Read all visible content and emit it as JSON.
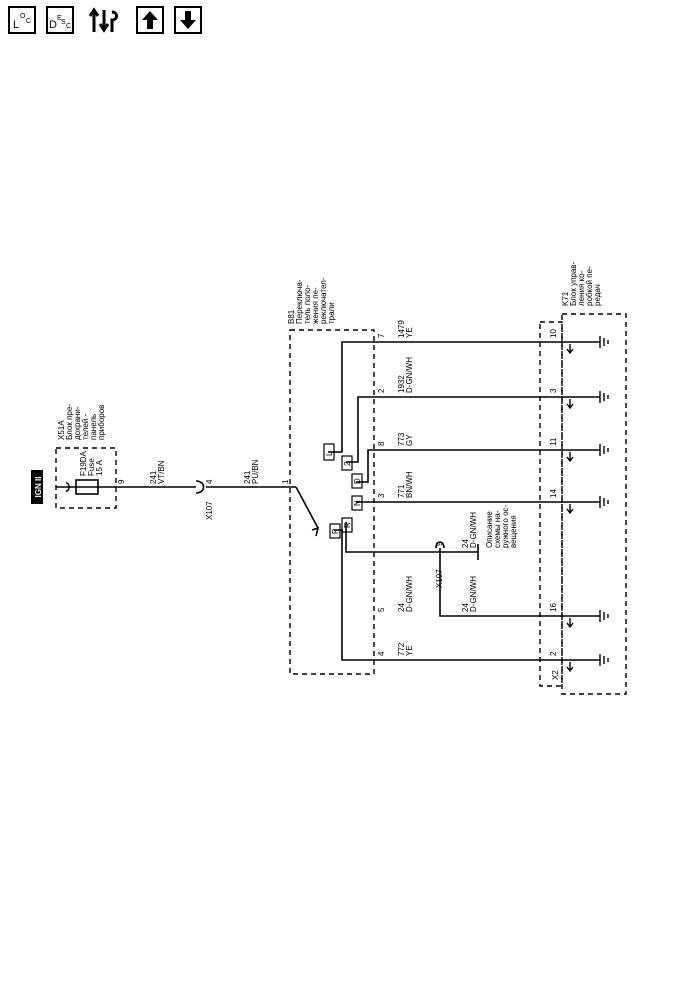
{
  "toolbar": {
    "loc": {
      "icon": "loc-icon",
      "main": "L",
      "sub1": "O",
      "sub2": "C"
    },
    "desc": {
      "icon": "desc-icon",
      "main": "D",
      "sub1": "E",
      "sub2": "S",
      "sub3": "C"
    },
    "power": {
      "icon": "power-ground-icon"
    },
    "up": {
      "icon": "arrow-up-icon"
    },
    "down": {
      "icon": "arrow-down-icon"
    }
  },
  "power_source": "IGN II",
  "fuse_block": {
    "id": "X51A",
    "desc": [
      "Блок пре-",
      "дохрани-",
      "телей -",
      "панель",
      "приборов"
    ],
    "fuse_id": "F19DA",
    "fuse_type": "Fuse",
    "fuse_rating": "15 A",
    "pin": "9"
  },
  "wire_fuse_conn": {
    "num": "241",
    "color": "VT/BN"
  },
  "conn_x107_a": {
    "id": "X107",
    "pin": "4"
  },
  "wire_conn_switch": {
    "num": "241",
    "color": "PU/BN"
  },
  "switch": {
    "id": "B81",
    "desc": [
      "Переключа-",
      "тель поло-",
      "жения пе-",
      "реключател-",
      "трали"
    ],
    "input_pin": "1",
    "contacts": [
      "L",
      "2",
      "D",
      "N",
      "R",
      "P"
    ]
  },
  "wires": [
    {
      "pin": "7",
      "num": "1479",
      "color": "YE",
      "tcm_pin": "10"
    },
    {
      "pin": "2",
      "num": "1932",
      "color": "D-GN/WH",
      "tcm_pin": "3"
    },
    {
      "pin": "8",
      "num": "773",
      "color": "GY",
      "tcm_pin": "11"
    },
    {
      "pin": "3",
      "num": "771",
      "color": "BN/WH",
      "tcm_pin": "14"
    },
    {
      "pin": "5",
      "num": "24",
      "color": "D-GN/WH",
      "tcm_pin": "16"
    },
    {
      "pin": "4",
      "num": "772",
      "color": "YE",
      "tcm_pin": "2"
    }
  ],
  "conn_x107_b": {
    "id": "X107",
    "pin": "9"
  },
  "branch_wire": {
    "num": "24",
    "color": "D-GN/WH"
  },
  "lower_wire": {
    "num": "24",
    "color": "D-GN/WH"
  },
  "reference": [
    "Описание",
    "схемы на-",
    "ружного ос-",
    "вещения"
  ],
  "tcm": {
    "id": "K71",
    "desc": [
      "Блок управ-",
      "ления ко-",
      "робкой пе-",
      "редач"
    ],
    "connector": "X2"
  }
}
